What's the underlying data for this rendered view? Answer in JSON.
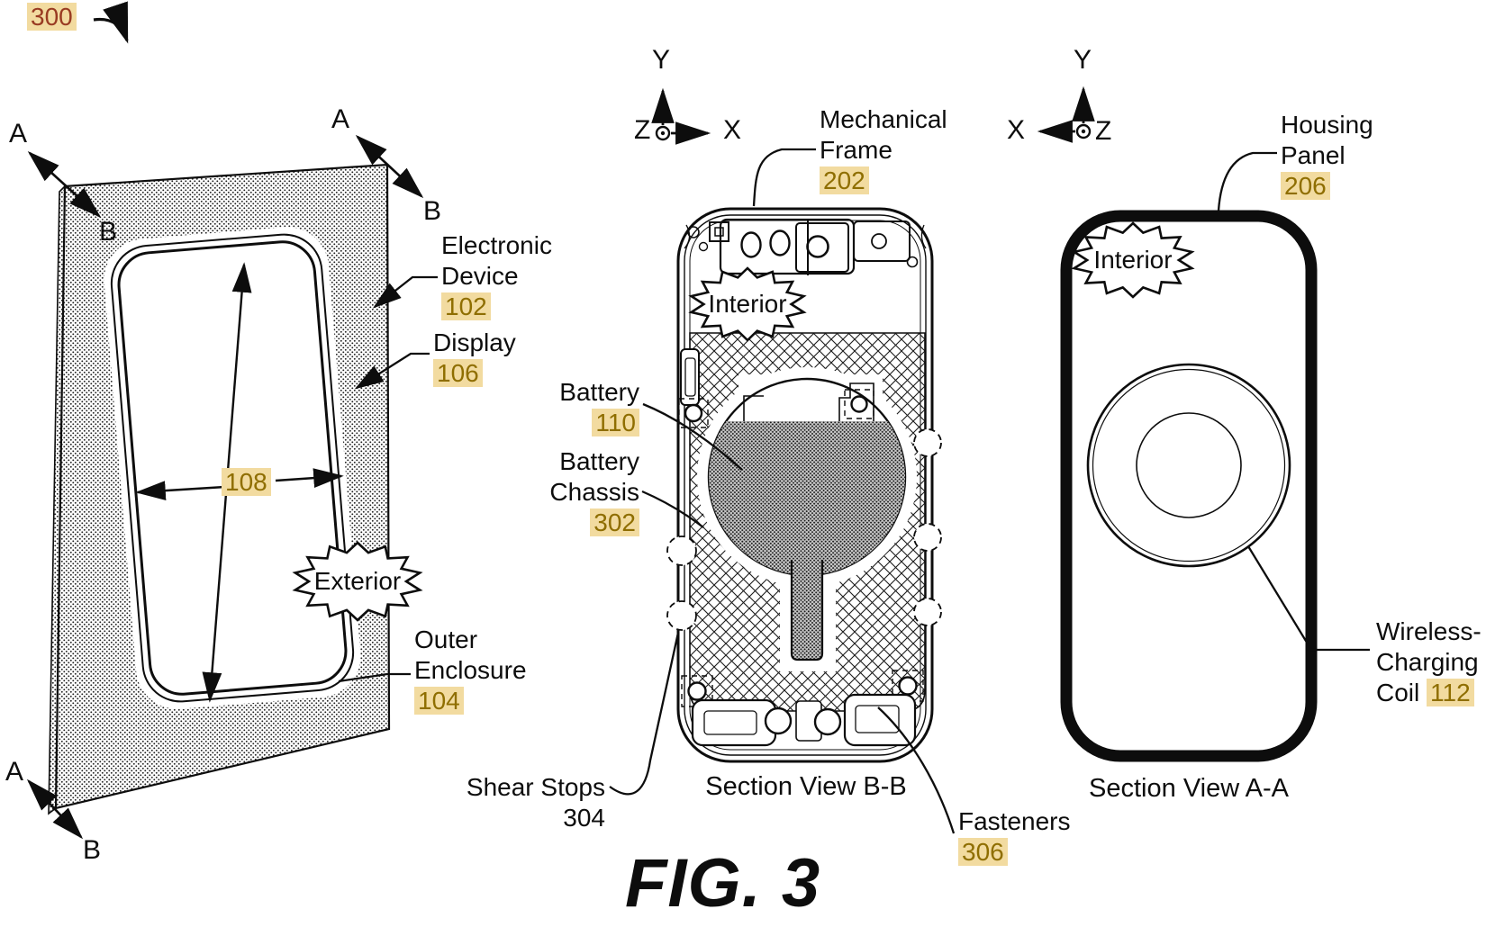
{
  "palette": {
    "highlight_bg": "#F2DBA0",
    "ref_number_color": "#8F6E00",
    "figure_ref_color": "#993B22",
    "ink": "#0d0d0d"
  },
  "title": "FIG. 3",
  "fig_label": {
    "ref": "300"
  },
  "section_markers": {
    "a": "A",
    "b": "B"
  },
  "axes": {
    "x": "X",
    "y": "Y",
    "z": "Z"
  },
  "left_view": {
    "labels": {
      "electronic_device": {
        "line1": "Electronic",
        "line2": "Device",
        "ref": "102"
      },
      "display": {
        "line1": "Display",
        "ref": "106"
      },
      "dim": "108",
      "exterior": "Exterior",
      "outer_enclosure": {
        "line1": "Outer",
        "line2": "Enclosure",
        "ref": "104"
      }
    }
  },
  "middle_view": {
    "caption": "Section View B-B",
    "labels": {
      "mechanical_frame": {
        "line1": "Mechanical",
        "line2": "Frame",
        "ref": "202"
      },
      "interior": "Interior",
      "battery": {
        "line1": "Battery",
        "ref": "110"
      },
      "battery_chassis": {
        "line1": "Battery",
        "line2": "Chassis",
        "ref": "302"
      },
      "shear_stops": {
        "line1": "Shear Stops",
        "ref": "304"
      },
      "fasteners": {
        "line1": "Fasteners",
        "ref": "306"
      }
    }
  },
  "right_view": {
    "caption": "Section View A-A",
    "labels": {
      "housing_panel": {
        "line1": "Housing",
        "line2": "Panel",
        "ref": "206"
      },
      "interior": "Interior",
      "coil": {
        "line1": "Wireless-",
        "line2": "Charging",
        "line3": "Coil",
        "ref": "112"
      }
    }
  }
}
